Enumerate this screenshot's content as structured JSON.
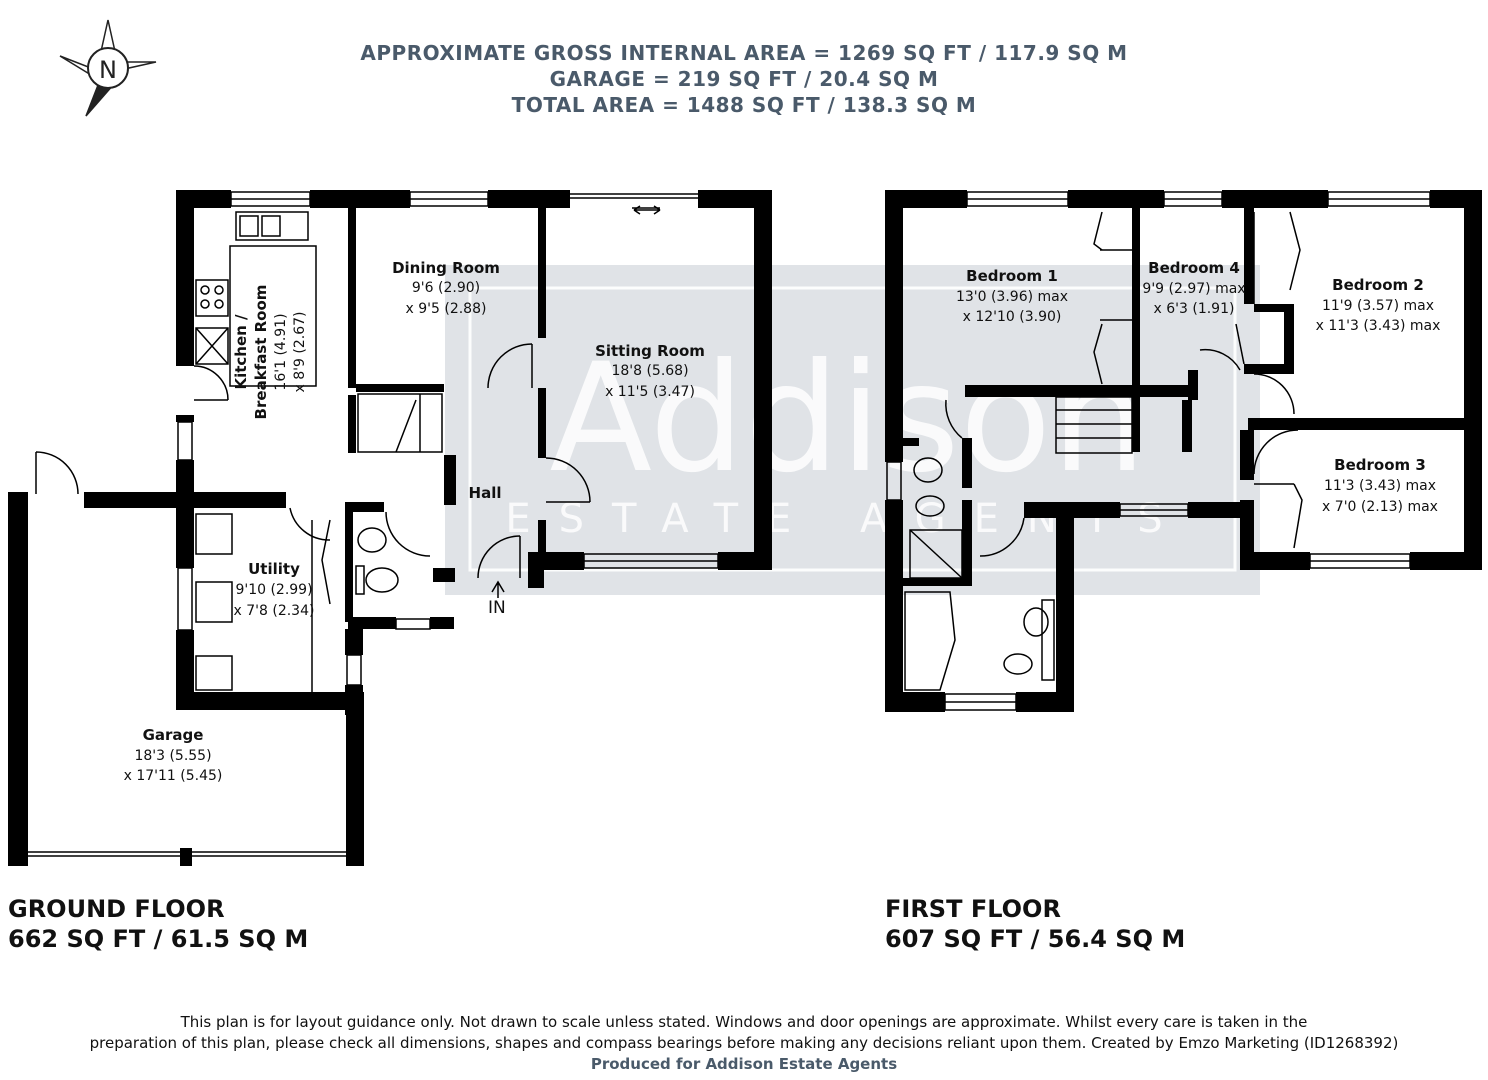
{
  "header": {
    "line1": "APPROXIMATE GROSS INTERNAL AREA = 1269 SQ FT / 117.9 SQ M",
    "line2": "GARAGE = 219 SQ FT / 20.4 SQ M",
    "line3": "TOTAL AREA  = 1488 SQ FT / 138.3 SQ M"
  },
  "compass": {
    "letter": "N",
    "icon": "compass-north-icon"
  },
  "watermark": {
    "brand": "Addison",
    "sub": "ESTATE AGENTS"
  },
  "entrance_label": "IN",
  "ground_floor": {
    "title": "GROUND FLOOR",
    "area": "662 SQ FT / 61.5 SQ M",
    "rooms": {
      "dining": {
        "name": "Dining Room",
        "dim1": "9'6 (2.90)",
        "dim2": "x 9'5 (2.88)"
      },
      "sitting": {
        "name": "Sitting Room",
        "dim1": "18'8 (5.68)",
        "dim2": "x 11'5 (3.47)"
      },
      "kitchen": {
        "name1": "Kitchen /",
        "name2": "Breakfast Room",
        "dim1": "16'1 (4.91)",
        "dim2": "x 8'9 (2.67)"
      },
      "hall": {
        "name": "Hall"
      },
      "utility": {
        "name": "Utility",
        "dim1": "9'10 (2.99)",
        "dim2": "x 7'8 (2.34)"
      },
      "garage": {
        "name": "Garage",
        "dim1": "18'3 (5.55)",
        "dim2": "x 17'11 (5.45)"
      }
    }
  },
  "first_floor": {
    "title": "FIRST FLOOR",
    "area": "607 SQ FT / 56.4 SQ M",
    "rooms": {
      "bedroom1": {
        "name": "Bedroom 1",
        "dim1": "13'0 (3.96) max",
        "dim2": "x 12'10 (3.90)"
      },
      "bedroom4": {
        "name": "Bedroom 4",
        "dim1": "9'9 (2.97) max",
        "dim2": "x 6'3 (1.91)"
      },
      "bedroom2": {
        "name": "Bedroom 2",
        "dim1": "11'9 (3.57) max",
        "dim2": "x 11'3 (3.43) max"
      },
      "bedroom3": {
        "name": "Bedroom 3",
        "dim1": "11'3 (3.43) max",
        "dim2": "x 7'0 (2.13) max"
      }
    }
  },
  "footer": {
    "line1": "This plan is for layout guidance only. Not drawn to scale unless stated. Windows and door openings are approximate. Whilst every care is taken in the",
    "line2": "preparation of this plan, please check all dimensions, shapes and compass bearings before making any decisions reliant upon them. Created by Emzo Marketing (ID1268392)",
    "line3": "Produced for Addison Estate Agents"
  },
  "colors": {
    "heading": "#4a5a6a",
    "wall": "#000000",
    "watermark": "#b9c2cc"
  }
}
